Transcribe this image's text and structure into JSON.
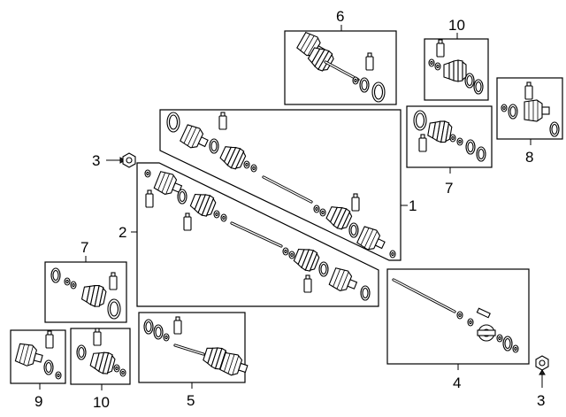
{
  "callouts": {
    "c1": "1",
    "c2": "2",
    "c3_left": "3",
    "c3_bottom": "3",
    "c4": "4",
    "c5": "5",
    "c6": "6",
    "c7_right": "7",
    "c7_left": "7",
    "c8": "8",
    "c9": "9",
    "c10_top": "10",
    "c10_bottom": "10"
  }
}
